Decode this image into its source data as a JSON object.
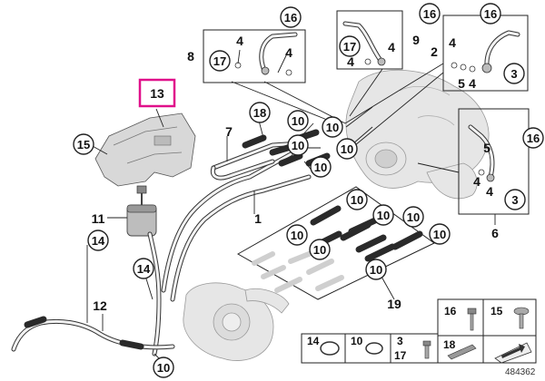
{
  "callouts": {
    "c1": "1",
    "c2": "2",
    "c3": "3",
    "c4": "4",
    "c5": "5",
    "c6": "6",
    "c7": "7",
    "c8": "8",
    "c9": "9",
    "c10": "10",
    "c11": "11",
    "c12": "12",
    "c13": "13",
    "c14": "14",
    "c15": "15",
    "c16": "16",
    "c17": "17",
    "c18": "18",
    "c19": "19"
  },
  "legend": {
    "item16": "16",
    "item15": "15",
    "item14": "14",
    "item10": "10",
    "item3": "3",
    "item17": "17",
    "item18": "18"
  },
  "diagram_id": "484362",
  "colors": {
    "highlight": "#e0108a"
  }
}
